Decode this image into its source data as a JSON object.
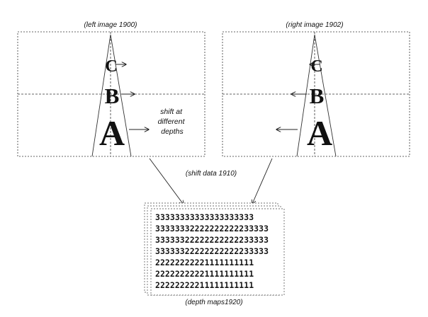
{
  "left_image": {
    "caption": "(left image 1900)",
    "letters": {
      "top": "C",
      "middle": "B",
      "bottom": "A"
    },
    "note": [
      "shift at",
      "different",
      "depths"
    ]
  },
  "right_image": {
    "caption": "(right image 1902)",
    "letters": {
      "top": "C",
      "middle": "B",
      "bottom": "A"
    }
  },
  "shift_caption": "(shift data 1910)",
  "depth_maps": {
    "caption": "(depth maps1920)",
    "rows": [
      "33333333333333333333",
      "33333332222222222233333",
      "33333322222222222233333",
      "33333322222222222233333",
      "22222222221111111111",
      "22222222221111111111",
      "22222222211111111111"
    ]
  }
}
